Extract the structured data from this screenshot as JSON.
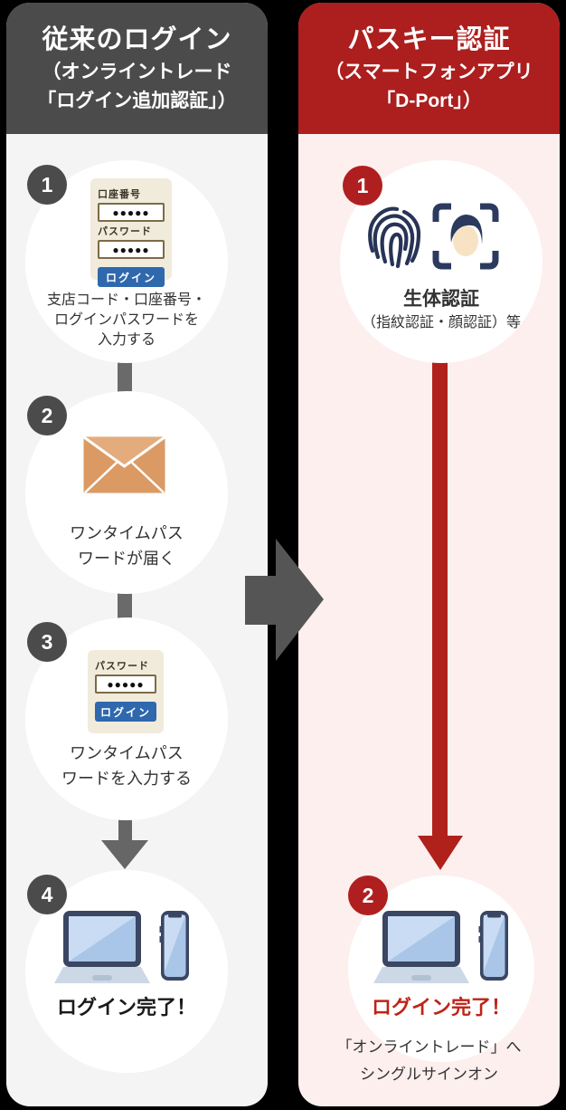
{
  "colors": {
    "accent_red": "#b0211c",
    "header_red": "#ad1e1e",
    "header_gray": "#4b4b4b",
    "panel_gray": "#f4f4f4",
    "panel_pink": "#fdefee",
    "button_blue": "#2f68ad",
    "envelope_orange": "#db9a63",
    "device_navy": "#3b4663",
    "screen_blue": "#a9c6e8"
  },
  "left_column": {
    "header": [
      "従来のログイン",
      "（オンライントレード",
      "「ログイン追加認証」）"
    ],
    "steps": [
      {
        "number": "1",
        "caption": [
          "支店コード・口座番号・",
          "ログインパスワードを",
          "入力する"
        ]
      },
      {
        "number": "2",
        "caption": [
          "ワンタイムパス",
          "ワードが届く"
        ]
      },
      {
        "number": "3",
        "caption": [
          "ワンタイムパス",
          "ワードを入力する"
        ]
      },
      {
        "number": "4",
        "caption": "ログイン完了！"
      }
    ],
    "login_form": {
      "account_label": "口座番号",
      "password_label": "パスワード",
      "masked_value": "●●●●●",
      "login_button": "ログイン"
    },
    "otp_form": {
      "password_label": "パスワード",
      "masked_value": "●●●●●",
      "login_button": "ログイン"
    }
  },
  "right_column": {
    "header": [
      "パスキー認証",
      "（スマートフォンアプリ",
      "「D-Port」）"
    ],
    "steps": [
      {
        "number": "1",
        "title": "生体認証",
        "subtitle": "（指紋認証・顔認証）等"
      },
      {
        "number": "2",
        "title": "ログイン完了！",
        "note": [
          "「オンライントレード」へ",
          "シングルサインオン"
        ]
      }
    ]
  }
}
